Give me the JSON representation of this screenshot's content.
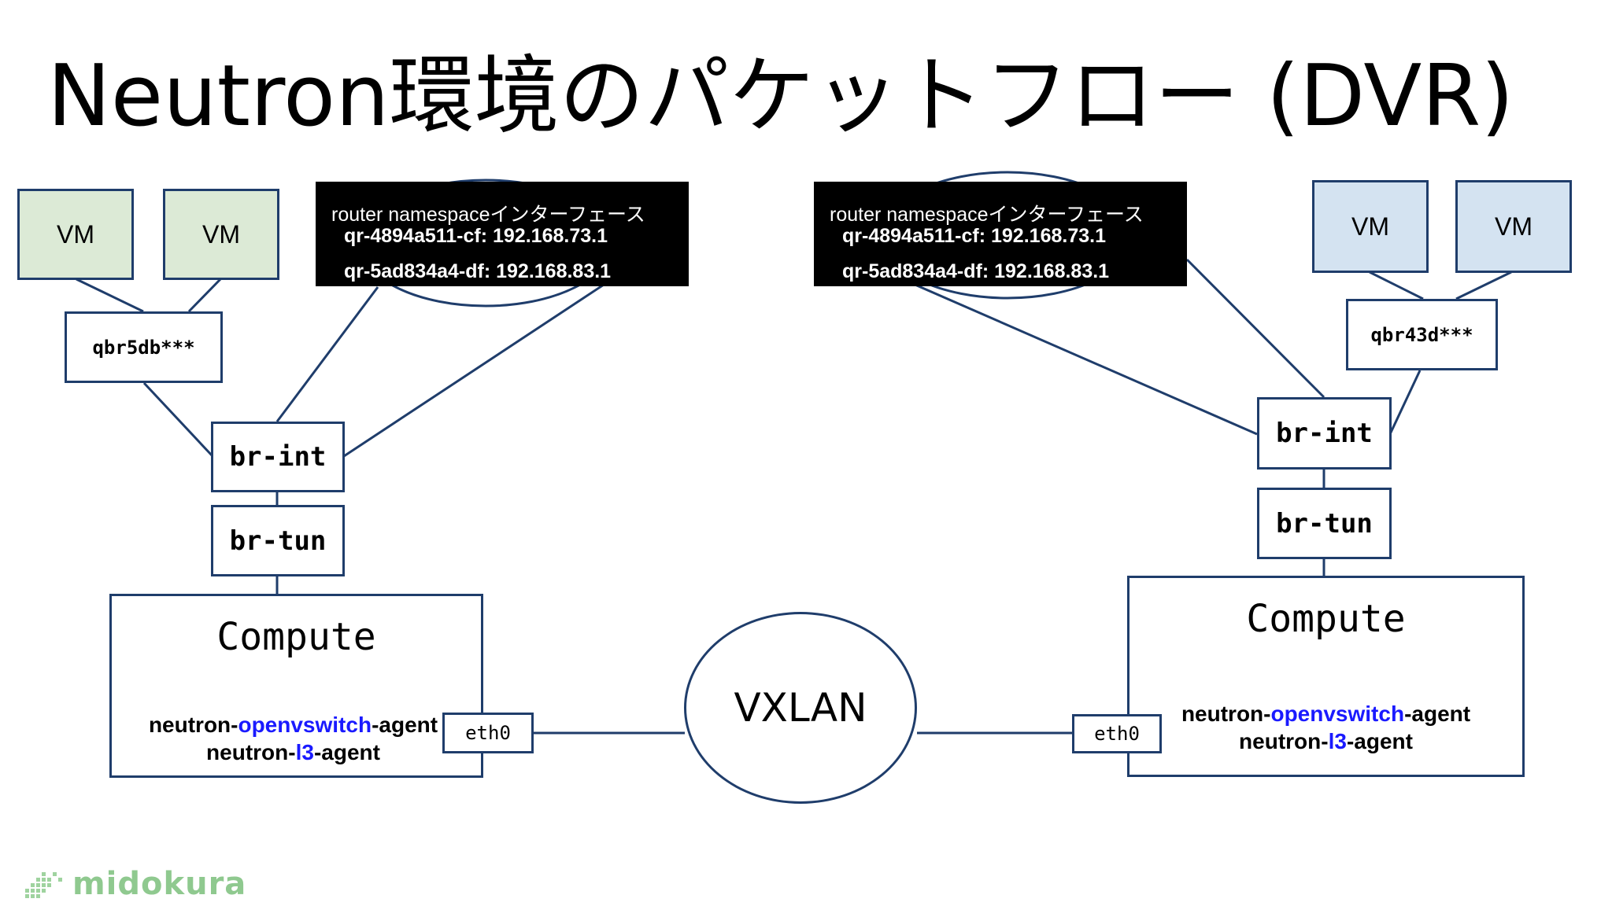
{
  "title": "Neutron環境のパケットフロー (DVR)",
  "left": {
    "vm1": "VM",
    "vm2": "VM",
    "qbr": "qbr5db***",
    "br_int": "br-int",
    "br_tun": "br-tun",
    "compute": {
      "title": "Compute",
      "agent1_prefix": "neutron-",
      "agent1_highlight": "openvswitch",
      "agent1_suffix": "-agent",
      "agent2_prefix": "neutron-",
      "agent2_highlight": "l3",
      "agent2_suffix": "-agent"
    },
    "eth": "eth0",
    "namespace": {
      "header": "router namespaceインターフェース",
      "if1": "qr-4894a511-cf: 192.168.73.1",
      "if2": "qr-5ad834a4-df: 192.168.83.1"
    }
  },
  "right": {
    "vm1": "VM",
    "vm2": "VM",
    "qbr": "qbr43d***",
    "br_int": "br-int",
    "br_tun": "br-tun",
    "compute": {
      "title": "Compute",
      "agent1_prefix": "neutron-",
      "agent1_highlight": "openvswitch",
      "agent1_suffix": "-agent",
      "agent2_prefix": "neutron-",
      "agent2_highlight": "l3",
      "agent2_suffix": "-agent"
    },
    "eth": "eth0",
    "namespace": {
      "header": "router namespaceインターフェース",
      "if1": "qr-4894a511-cf: 192.168.73.1",
      "if2": "qr-5ad834a4-df: 192.168.83.1"
    }
  },
  "vxlan": "VXLAN",
  "logo": "midokura",
  "colors": {
    "line": "#1f3d6b",
    "vm_left": "#dcead6",
    "vm_right": "#d4e3f1",
    "highlight": "#1a1aff",
    "logo": "#8fc98f"
  }
}
